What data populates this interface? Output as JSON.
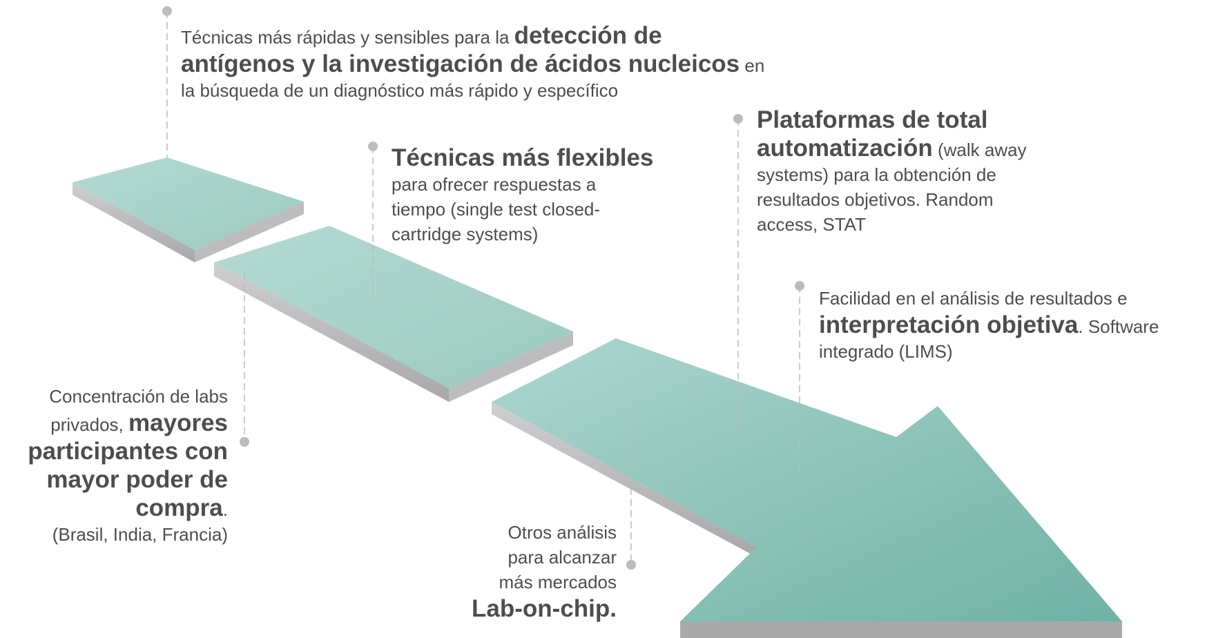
{
  "callouts": {
    "c1": {
      "p1": "Técnicas más rápidas y sensibles para la ",
      "b1": "detección de",
      "b2": "antígenos y la investigación de ácidos nucleicos",
      "p2": " en",
      "p3": "la búsqueda de un diagnóstico más rápido y específico"
    },
    "c2": {
      "title": "Técnicas más flexibles",
      "l1": "para ofrecer respuestas a",
      "l2": "tiempo (single test closed-",
      "l3": "cartridge systems)"
    },
    "c3": {
      "title1": "Plataformas de total",
      "title2": "automatización",
      "p1": " (walk away",
      "l2": "systems) para la obtención de",
      "l3": "resultados objetivos. Random",
      "l4": "access, STAT"
    },
    "c4": {
      "l1": "Facilidad en el análisis de resultados e",
      "bold": "interpretación objetiva",
      "p2": ". Software",
      "l3": "integrado (LIMS)"
    },
    "c5": {
      "l1": "Concentración de labs",
      "p1": "privados, ",
      "b1": "mayores",
      "b2": "participantes con",
      "b3": "mayor poder de",
      "b4": "compra",
      "p2": ".",
      "l6": "(Brasil, India, Francia)"
    },
    "c6": {
      "l1": "Otros análisis",
      "l2": "para alcanzar",
      "l3": "más mercados",
      "bold": "Lab-on-chip."
    }
  },
  "colors": {
    "slab_top": "#a9d3cc",
    "slab_top_dark": "#79b8ad",
    "slab_side": "#c3c3c3",
    "slab_side_dark": "#a4a4a4",
    "connector": "#bcbcbc",
    "text": "#4d4d4f"
  }
}
